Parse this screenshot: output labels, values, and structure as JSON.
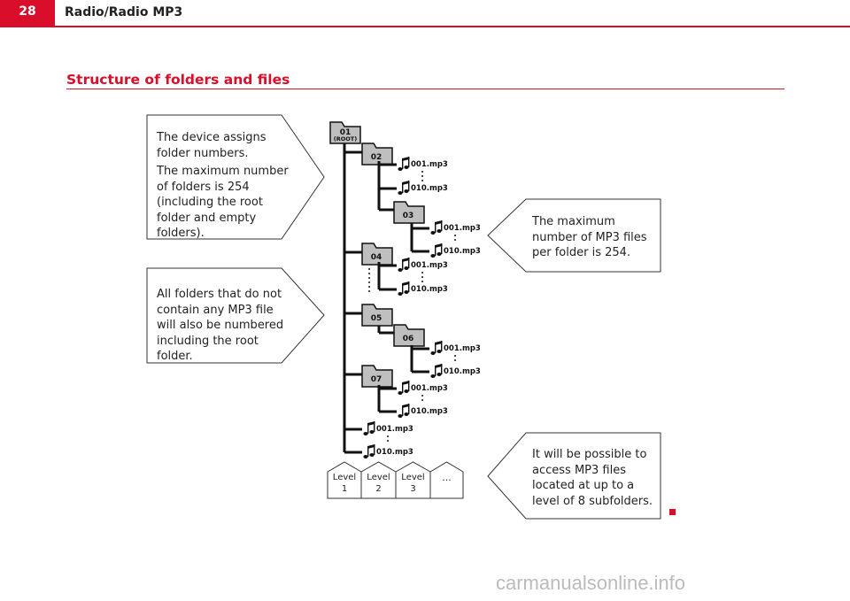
{
  "header": {
    "page_number": "28",
    "title": "Radio/Radio MP3"
  },
  "section": {
    "title": "Structure of folders and files"
  },
  "callouts": {
    "folder_numbers": [
      "The device assigns folder numbers.",
      "The maximum number of folders is 254 (including the root folder and empty folders)."
    ],
    "empty_folders": "All folders that do not contain any MP3 file will also be numbered including the root folder.",
    "max_files": "The maximum number of MP3 files per folder is 254.",
    "levels": "It will be possible to access MP3 files located at up to a level of 8 subfolders."
  },
  "diagram": {
    "root_label": "01",
    "root_sub": "(ROOT)",
    "folders": [
      "02",
      "03",
      "04",
      "05",
      "06",
      "07"
    ],
    "file_first": "001.mp3",
    "file_last": "010.mp3",
    "levels": [
      {
        "line1": "Level",
        "line2": "1"
      },
      {
        "line1": "Level",
        "line2": "2"
      },
      {
        "line1": "Level",
        "line2": "3"
      },
      {
        "line1": "...",
        "line2": ""
      }
    ]
  },
  "footer": {
    "watermark": "carmanualsonline.info"
  }
}
